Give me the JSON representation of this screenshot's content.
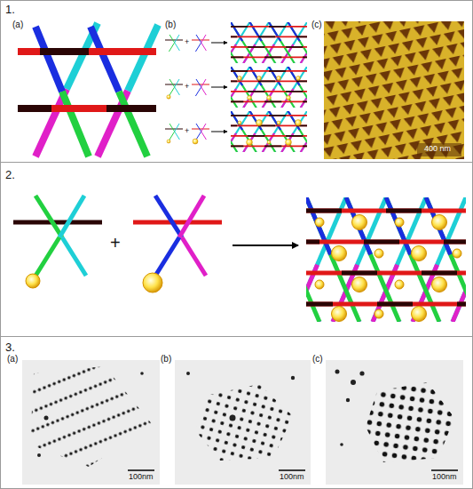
{
  "diagram": {
    "labels": [
      "1.",
      "(a)",
      "(b)",
      "(c)",
      "+",
      "+",
      "+",
      "400 nm",
      "2.",
      "+",
      "3.",
      "(a)",
      "(b)",
      "(c)",
      "100nm",
      "100nm",
      "100nm"
    ]
  }
}
